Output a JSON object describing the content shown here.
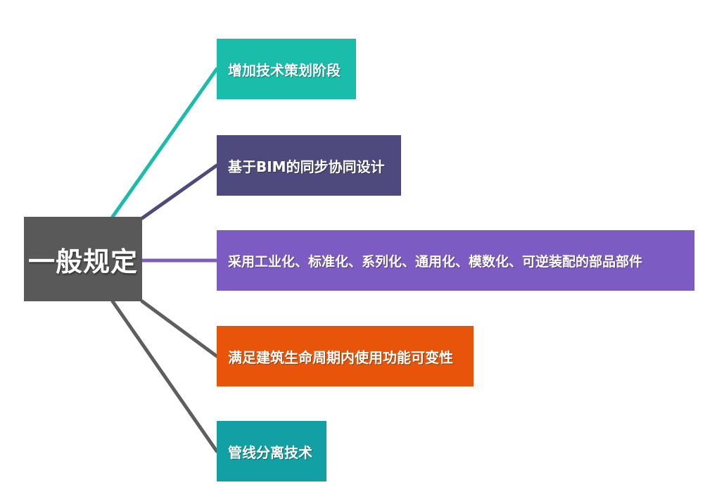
{
  "diagram": {
    "root": {
      "label": "一般规定",
      "color": "#595959"
    },
    "branches": [
      {
        "label": "增加技术策划阶段",
        "color": "#1abcaa"
      },
      {
        "label": "基于BIM的同步协同设计",
        "color": "#4f4a7d"
      },
      {
        "label": "采用工业化、标准化、系列化、通用化、模数化、可逆装配的部品部件",
        "color": "#7c5cc2"
      },
      {
        "label": "满足建筑生命周期内使用功能可变性",
        "color": "#e8550a"
      },
      {
        "label": "管线分离技术",
        "color": "#13a0a5"
      }
    ],
    "connector_colors": [
      "#1abcaa",
      "#4f4a7d",
      "#7c5cc2",
      "#5e5e5e",
      "#5e5e5e"
    ]
  }
}
